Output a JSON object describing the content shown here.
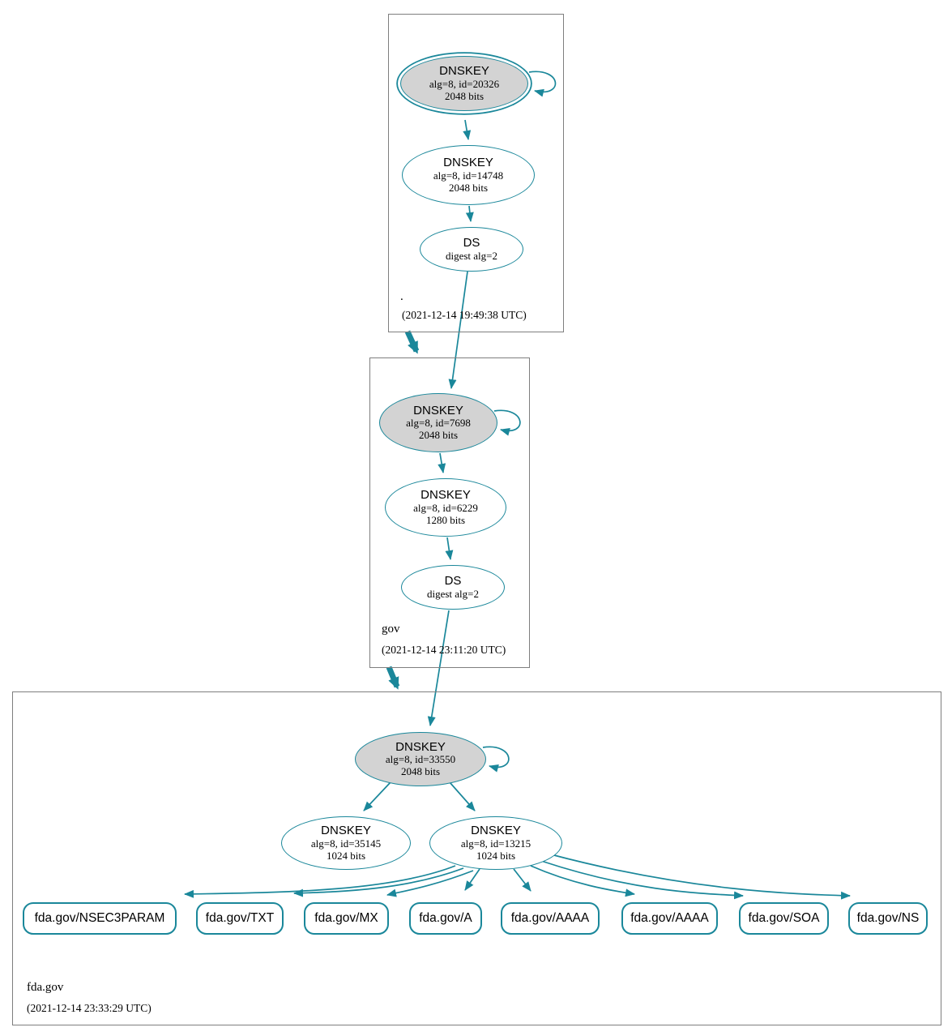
{
  "colors": {
    "secure": "#1a879a",
    "ksk_fill": "#d3d3d3",
    "box_border": "#7e7e7e"
  },
  "zones": {
    "root": {
      "name": ".",
      "timestamp": "(2021-12-14 19:49:38 UTC)",
      "ksk": {
        "title": "DNSKEY",
        "alg": "alg=8, id=20326",
        "bits": "2048 bits"
      },
      "zsk": {
        "title": "DNSKEY",
        "alg": "alg=8, id=14748",
        "bits": "2048 bits"
      },
      "ds": {
        "title": "DS",
        "detail": "digest alg=2"
      }
    },
    "gov": {
      "name": "gov",
      "timestamp": "(2021-12-14 23:11:20 UTC)",
      "ksk": {
        "title": "DNSKEY",
        "alg": "alg=8, id=7698",
        "bits": "2048 bits"
      },
      "zsk": {
        "title": "DNSKEY",
        "alg": "alg=8, id=6229",
        "bits": "1280 bits"
      },
      "ds": {
        "title": "DS",
        "detail": "digest alg=2"
      }
    },
    "fda": {
      "name": "fda.gov",
      "timestamp": "(2021-12-14 23:33:29 UTC)",
      "ksk": {
        "title": "DNSKEY",
        "alg": "alg=8, id=33550",
        "bits": "2048 bits"
      },
      "zsk1": {
        "title": "DNSKEY",
        "alg": "alg=8, id=35145",
        "bits": "1024 bits"
      },
      "zsk2": {
        "title": "DNSKEY",
        "alg": "alg=8, id=13215",
        "bits": "1024 bits"
      },
      "rrsets": [
        "fda.gov/NSEC3PARAM",
        "fda.gov/TXT",
        "fda.gov/MX",
        "fda.gov/A",
        "fda.gov/AAAA",
        "fda.gov/AAAA",
        "fda.gov/SOA",
        "fda.gov/NS"
      ]
    }
  }
}
